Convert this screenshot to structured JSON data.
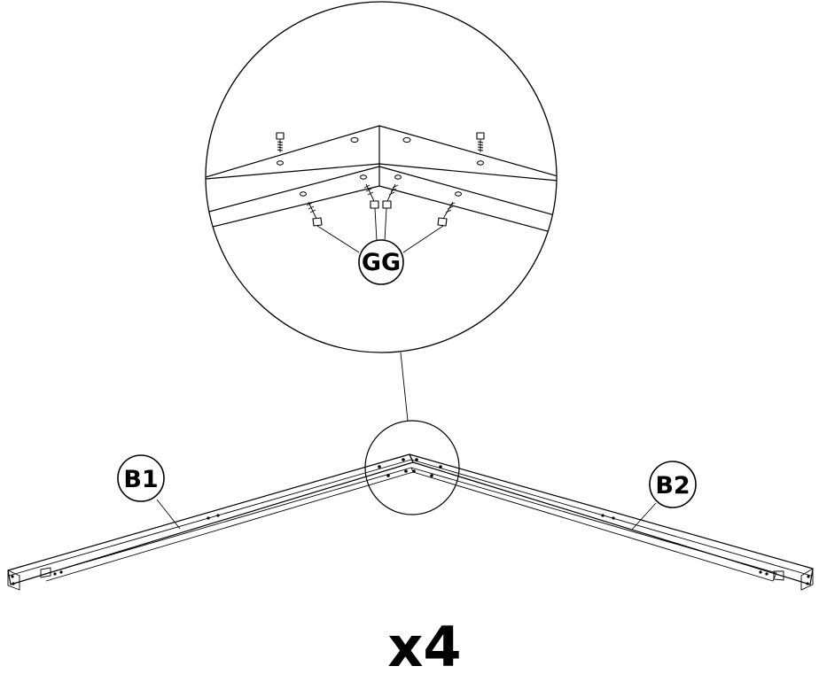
{
  "labels": {
    "fastener": "GG",
    "left_beam": "B1",
    "right_beam": "B2"
  },
  "quantity": "x4",
  "colors": {
    "ink": "#000000",
    "paper": "#ffffff"
  }
}
